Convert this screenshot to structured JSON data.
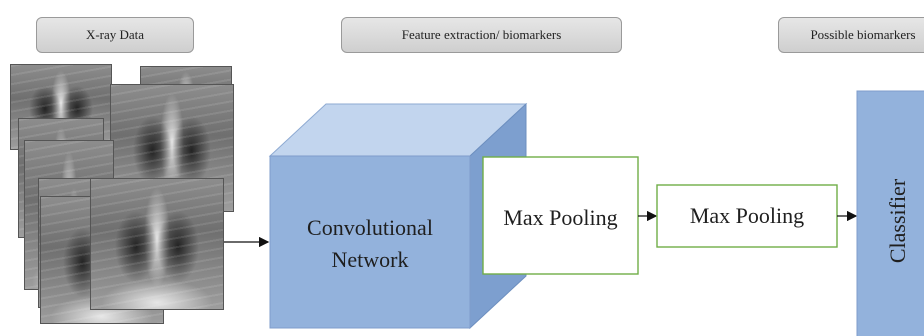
{
  "stage_labels": {
    "xray_data": "X-ray Data",
    "feature_extraction": "Feature extraction/ biomarkers",
    "possible_biomarkers": "Possible biomarkers"
  },
  "blocks": {
    "convolutional_network": "Convolutional Network",
    "max_pooling_1": "Max Pooling",
    "max_pooling_2": "Max Pooling",
    "classifier": "Classifier"
  },
  "colors": {
    "cube_front": "#93b2dc",
    "cube_top": "#c2d5ee",
    "cube_side": "#7d9fcf",
    "box_border": "#70ad47",
    "label_bg": "#dcdcdc"
  },
  "icons": {
    "xray_images": "chest-xray-image",
    "arrows": "arrow-right"
  }
}
